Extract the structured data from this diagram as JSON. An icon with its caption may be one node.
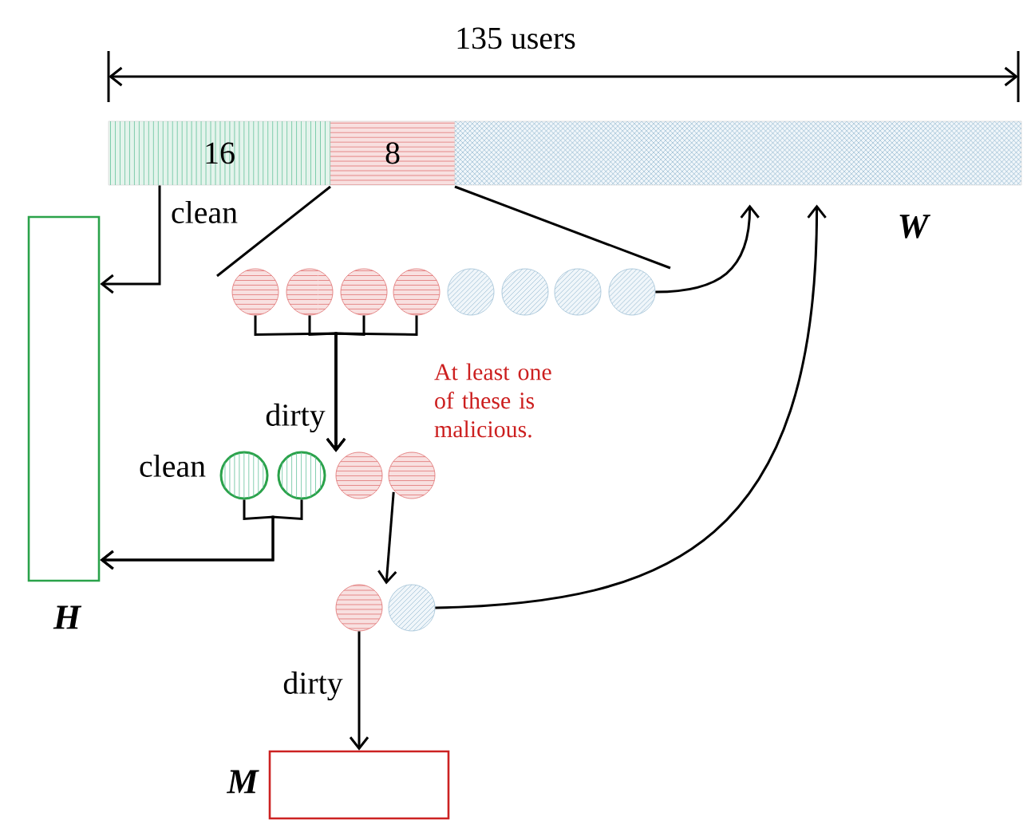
{
  "diagram": {
    "nodes": [
      {
        "text": [
          "16"
        ]
      },
      {
        "text": [
          "8"
        ]
      },
      {
        "text": [],
        "shape": "bar",
        "beside": [
          "W"
        ]
      },
      {
        "text": [],
        "shape": "box",
        "beside": [
          "H"
        ]
      },
      {
        "text": [],
        "shape": "circle"
      },
      {
        "text": [],
        "shape": "circle"
      },
      {
        "text": [],
        "shape": "circle"
      },
      {
        "text": [],
        "shape": "circle"
      },
      {
        "text": [],
        "shape": "circle"
      },
      {
        "text": [],
        "shape": "circle"
      },
      {
        "text": [],
        "shape": "circle"
      },
      {
        "text": [],
        "shape": "circle"
      },
      {
        "text": [],
        "shape": "circle"
      },
      {
        "text": [],
        "shape": "circle"
      },
      {
        "text": [],
        "shape": "circle"
      },
      {
        "text": [],
        "shape": "circle"
      },
      {
        "text": [],
        "shape": "circle"
      },
      {
        "text": [],
        "shape": "circle"
      },
      {
        "text": [],
        "shape": "box",
        "beside": [
          "M"
        ]
      }
    ],
    "edges": [
      {
        "from": 0,
        "to": 3,
        "arrow": "to",
        "label": "clean"
      },
      {
        "from": 4,
        "to": 14,
        "arrow": "to",
        "label": "dirty"
      },
      {
        "from": 5,
        "to": 14,
        "arrow": "to"
      },
      {
        "from": 6,
        "to": 14,
        "arrow": "to"
      },
      {
        "from": 7,
        "to": 14,
        "arrow": "to"
      },
      {
        "from": 11,
        "to": 2,
        "arrow": "to"
      },
      {
        "from": 12,
        "to": 3,
        "arrow": "to"
      },
      {
        "from": 13,
        "to": 3,
        "arrow": "to"
      },
      {
        "from": 15,
        "to": 16,
        "arrow": "to"
      },
      {
        "from": 17,
        "to": 2,
        "arrow": "to"
      },
      {
        "from": 16,
        "to": 18,
        "arrow": "to",
        "label": "dirty"
      }
    ],
    "labels": [
      "135 users",
      "At least one of these is malicious.",
      "clean"
    ]
  }
}
